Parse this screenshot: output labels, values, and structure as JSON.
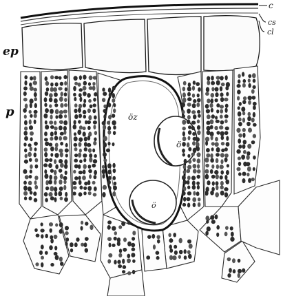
{
  "figure": {
    "labels": {
      "cuticle": "c",
      "cuticle_layers": "cs",
      "cuticle_inner": "cl",
      "epidermis": "ep",
      "parenchyma": "p",
      "oil_cell": "öz",
      "oil_drop_upper": "ö",
      "oil_drop_lower": "ö"
    }
  }
}
